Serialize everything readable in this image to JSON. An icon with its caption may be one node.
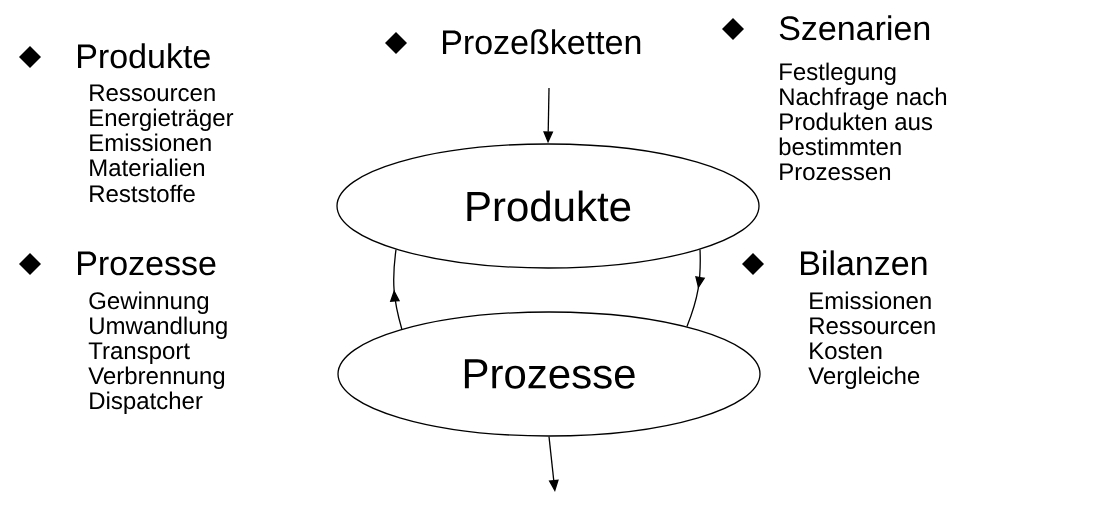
{
  "diagram": {
    "nodes": [
      {
        "text": [
          "Produkte"
        ]
      },
      {
        "text": [
          "Prozesse"
        ]
      }
    ],
    "edges": [
      {
        "from": null,
        "to": 0,
        "arrow": "to"
      },
      {
        "from": 0,
        "to": 1,
        "arrow": "to"
      },
      {
        "from": 1,
        "to": 0,
        "arrow": "to"
      },
      {
        "from": 1,
        "to": null,
        "arrow": "to"
      }
    ],
    "labels": [
      "Produkte",
      "Ressourcen",
      "Energieträger",
      "Emissionen",
      "Materialien",
      "Reststoffe",
      "Prozeßketten",
      "Szenarien",
      "Festlegung",
      "Nachfrage nach",
      "Produkten aus",
      "bestimmten",
      "Prozessen",
      "Prozesse",
      "Gewinnung",
      "Umwandlung",
      "Transport",
      "Verbrennung",
      "Dispatcher",
      "Bilanzen",
      "Emissionen",
      "Ressourcen",
      "Kosten",
      "Vergleiche"
    ]
  }
}
